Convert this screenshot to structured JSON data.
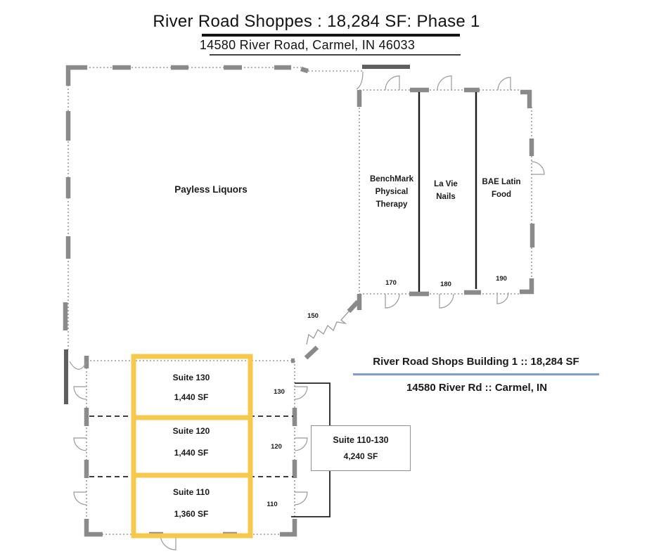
{
  "header": {
    "title": "River Road Shoppes : 18,284 SF: Phase 1",
    "subtitle": "14580 River Road, Carmel, IN 46033"
  },
  "info_block": {
    "line1": "River Road Shops Building 1 :: 18,284 SF",
    "line2": "14580 River Rd :: Carmel, IN"
  },
  "anchor_tenant": {
    "name": "Payless Liquors"
  },
  "tenants": [
    {
      "name_lines": [
        "BenchMark",
        "Physical",
        "Therapy"
      ],
      "unit": "170"
    },
    {
      "name_lines": [
        "La Vie",
        "Nails"
      ],
      "unit": "180"
    },
    {
      "name_lines": [
        "BAE Latin",
        "Food"
      ],
      "unit": "190"
    }
  ],
  "corridor_unit": "150",
  "suites": [
    {
      "name": "Suite 130",
      "area": "1,440 SF",
      "unit": "130"
    },
    {
      "name": "Suite 120",
      "area": "1,440 SF",
      "unit": "120"
    },
    {
      "name": "Suite 110",
      "area": "1,360 SF",
      "unit": "110"
    }
  ],
  "combined_suite": {
    "name": "Suite 110-130",
    "area": "4,240 SF"
  },
  "colors": {
    "highlight": "#F6C84B",
    "accentLine": "#7D9FCD",
    "wall": "#9A9A9A",
    "wallThick": "#8A8A8A",
    "divider": "#1A1A1A",
    "text": "#1A1A1A"
  }
}
